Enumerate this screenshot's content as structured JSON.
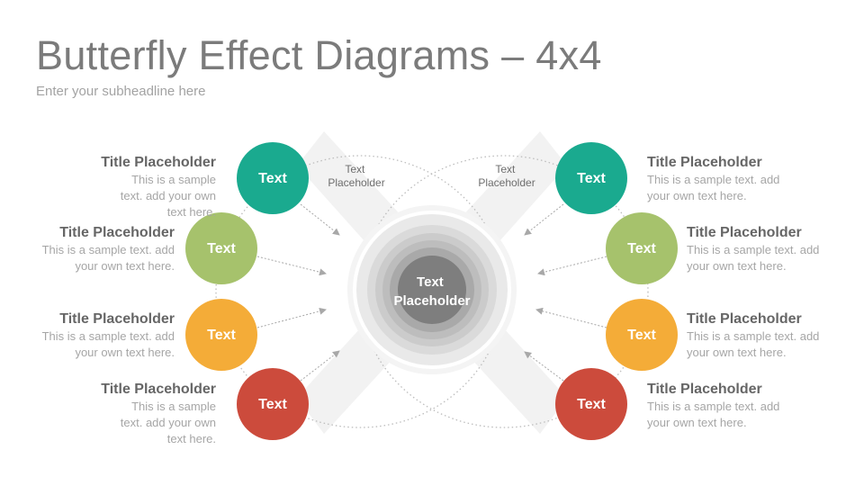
{
  "slide": {
    "title": "Butterfly Effect Diagrams – 4x4",
    "subtitle": "Enter your subheadline here"
  },
  "diagram": {
    "center": {
      "line1": "Text",
      "line2": "Placeholder"
    },
    "top_labels": [
      {
        "line1": "Text",
        "line2": "Placeholder"
      },
      {
        "line1": "Text",
        "line2": "Placeholder"
      }
    ],
    "colors": {
      "teal": "#1aaa8f",
      "green": "#a6c26c",
      "orange": "#f4ac38",
      "red": "#cc4b3c",
      "center_dark": "#7e7e7e"
    },
    "nodes": [
      {
        "label": "Text",
        "color": "#1aaa8f",
        "title": "Title Placeholder",
        "desc": "This is a sample text. add your own text here."
      },
      {
        "label": "Text",
        "color": "#a6c26c",
        "title": "Title Placeholder",
        "desc": "This is a sample text. add your own text here."
      },
      {
        "label": "Text",
        "color": "#f4ac38",
        "title": "Title Placeholder",
        "desc": "This is a sample text. add your own text here."
      },
      {
        "label": "Text",
        "color": "#cc4b3c",
        "title": "Title Placeholder",
        "desc": "This is a sample text. add your own text here."
      },
      {
        "label": "Text",
        "color": "#1aaa8f",
        "title": "Title Placeholder",
        "desc": "This is a sample text. add your own text here."
      },
      {
        "label": "Text",
        "color": "#a6c26c",
        "title": "Title Placeholder",
        "desc": "This is a sample text. add your own text here."
      },
      {
        "label": "Text",
        "color": "#f4ac38",
        "title": "Title Placeholder",
        "desc": "This is a sample text. add your own text here."
      },
      {
        "label": "Text",
        "color": "#cc4b3c",
        "title": "Title Placeholder",
        "desc": "This is a sample text. add your own text here."
      }
    ]
  }
}
